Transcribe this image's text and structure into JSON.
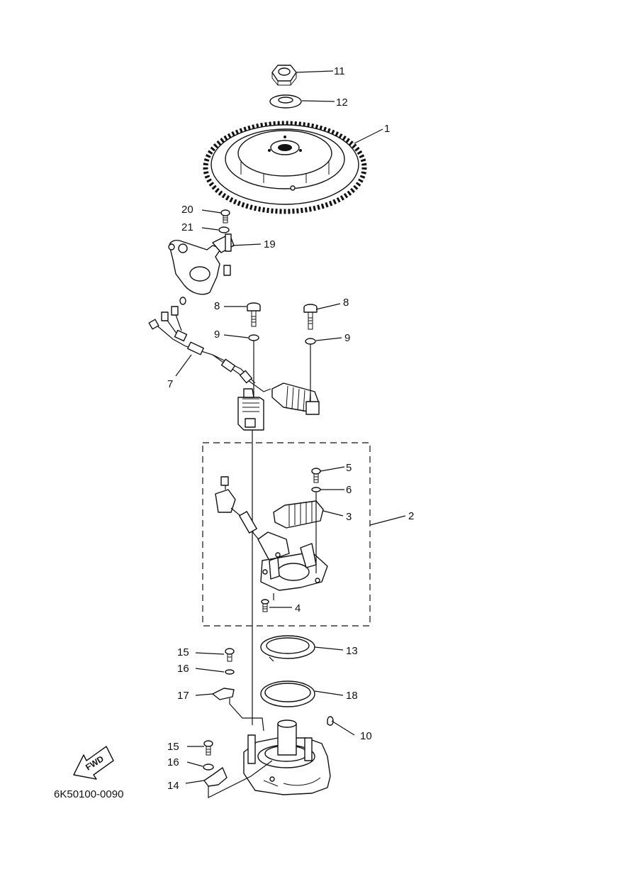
{
  "diagram_code": "6K50100-0090",
  "fwd_label": "FWD",
  "callouts": {
    "c1": "1",
    "c2": "2",
    "c3": "3",
    "c4": "4",
    "c5": "5",
    "c6": "6",
    "c7": "7",
    "c8a": "8",
    "c8b": "8",
    "c9a": "9",
    "c9b": "9",
    "c10": "10",
    "c11": "11",
    "c12": "12",
    "c13": "13",
    "c14": "14",
    "c15a": "15",
    "c15b": "15",
    "c16a": "16",
    "c16b": "16",
    "c17": "17",
    "c18": "18",
    "c19": "19",
    "c20": "20",
    "c21": "21"
  }
}
